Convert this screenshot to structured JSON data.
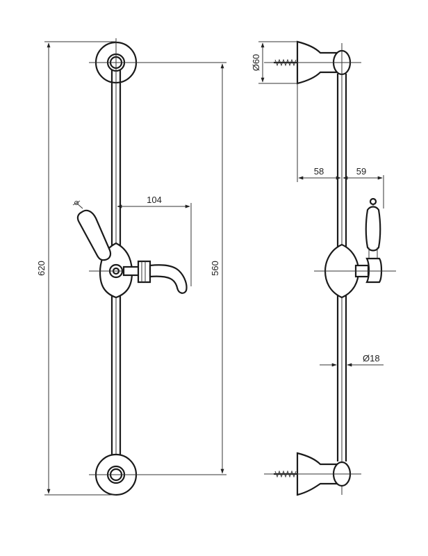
{
  "dimensions": {
    "total_height": "620",
    "fixing_centers": "560",
    "arm_reach": "104",
    "flange_diameter": "Ø60",
    "wall_to_rail": "58",
    "rail_to_handle": "59",
    "rail_diameter": "Ø18"
  },
  "colors": {
    "line": "#1a1a1a",
    "background": "#ffffff"
  }
}
